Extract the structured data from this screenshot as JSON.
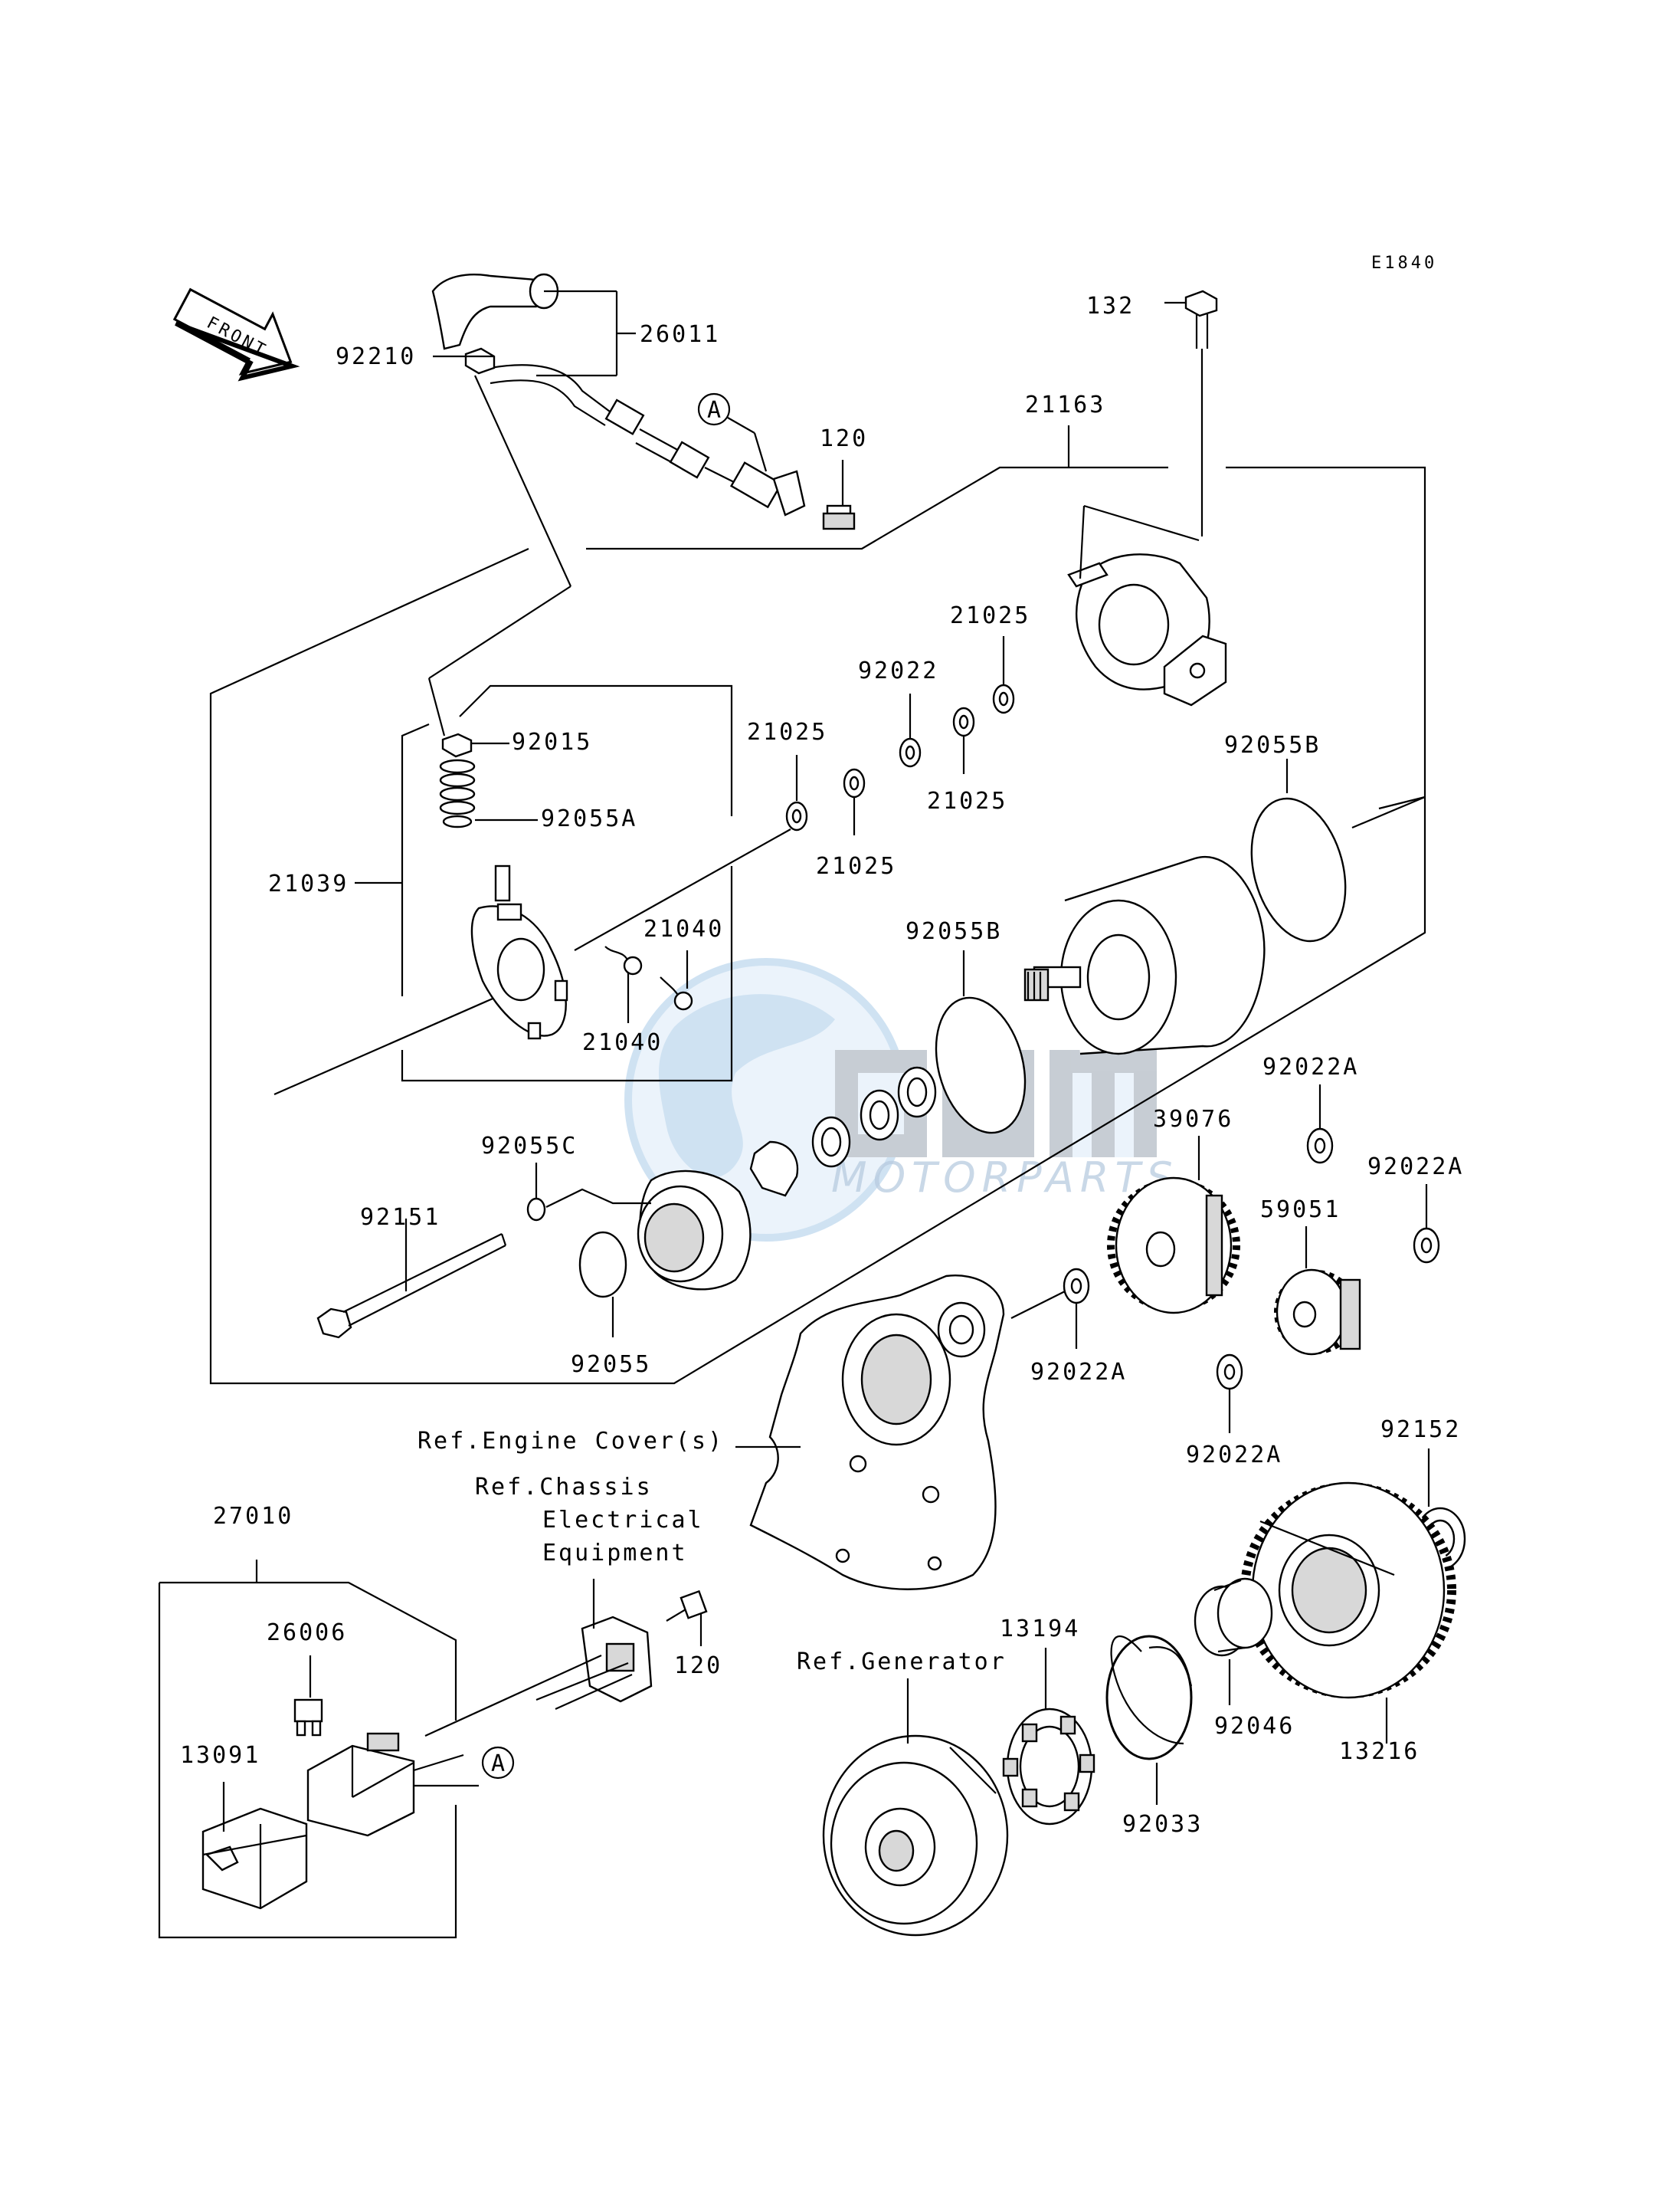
{
  "diagram_code": "E1840",
  "front_label": "FRONT",
  "watermark": {
    "brand": "MOTORPARTS",
    "color": "#8fb6de"
  },
  "callouts": {
    "a_top": "A",
    "a_bottom": "A"
  },
  "parts": {
    "p26011": "26011",
    "p92210": "92210",
    "p120_top": "120",
    "p132": "132",
    "p21163": "21163",
    "p21025_a": "21025",
    "p92022": "92022",
    "p21025_b": "21025",
    "p21025_c": "21025",
    "p21025_d": "21025",
    "p92055B_a": "92055B",
    "p92015": "92015",
    "p92055A": "92055A",
    "p21039": "21039",
    "p21040_a": "21040",
    "p21040_b": "21040",
    "p92055B_b": "92055B",
    "p92022A_a": "92022A",
    "p39076": "39076",
    "p92022A_b": "92022A",
    "p92055C": "92055C",
    "p59051": "59051",
    "p92151": "92151",
    "p92055": "92055",
    "p92022A_c": "92022A",
    "p92022A_d": "92022A",
    "p92152": "92152",
    "p27010": "27010",
    "p26006": "26006",
    "p120_bottom": "120",
    "p13091": "13091",
    "p13194": "13194",
    "p92046": "92046",
    "p13216": "13216",
    "p92033": "92033"
  },
  "references": {
    "engine_cover": "Ref.Engine Cover(s)",
    "chassis_line1": "Ref.Chassis",
    "chassis_line2": "Electrical",
    "chassis_line3": "Equipment",
    "generator": "Ref.Generator"
  }
}
